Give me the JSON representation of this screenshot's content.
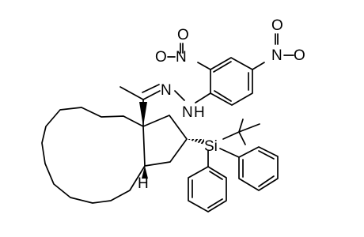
{
  "molecule": {
    "atoms": {
      "no2_top": "O",
      "no2_top_n": "N",
      "no2_top_o": "O",
      "no2_left": "O",
      "no2_left_n": "N",
      "no2_left_o": "O",
      "hydrazone_n1": "N",
      "hydrazone_n2": "N",
      "hydrazone_h": "H",
      "silicon": "Si",
      "bridgehead_h": "H"
    }
  }
}
